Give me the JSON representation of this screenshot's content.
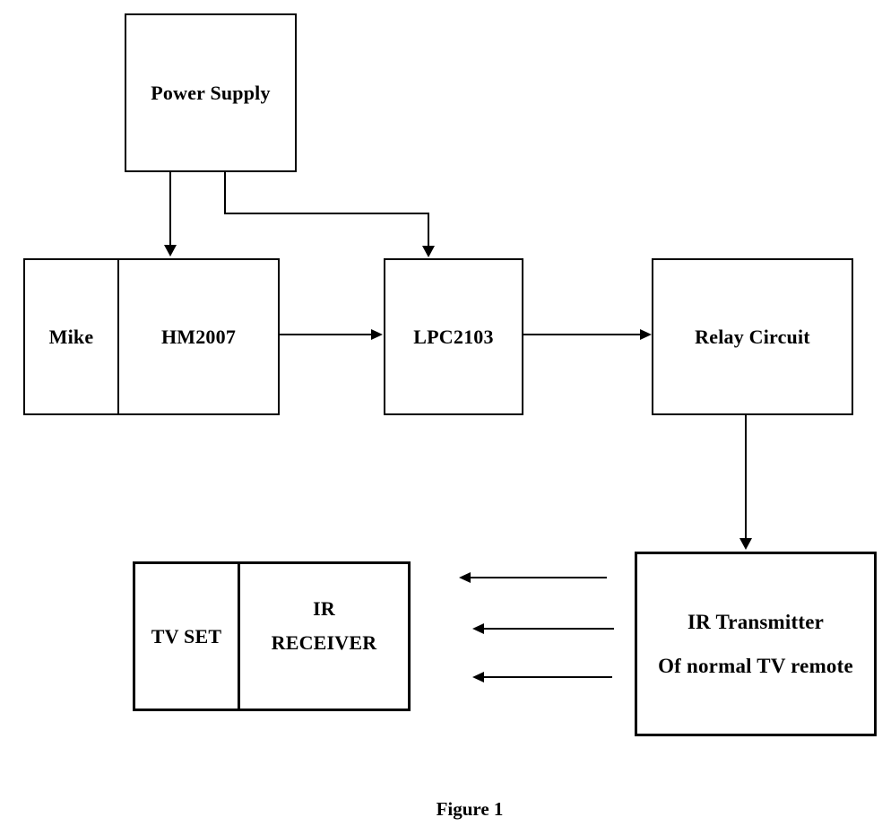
{
  "figure": {
    "caption": "Figure 1"
  },
  "colors": {
    "line": "#000000",
    "text": "#000000",
    "background": "#ffffff"
  },
  "diagram": {
    "power_supply": "Power Supply",
    "mike": "Mike",
    "hm2007": "HM2007",
    "lpc2103": "LPC2103",
    "relay_circuit": "Relay Circuit",
    "tv_set": "TV SET",
    "ir_receiver_line1": "IR",
    "ir_receiver_line2": "RECEIVER",
    "ir_transmitter_line1": "IR Transmitter",
    "ir_transmitter_line2": "Of normal TV remote"
  },
  "connections": [
    {
      "from": "Power Supply",
      "to": "HM2007",
      "type": "arrow"
    },
    {
      "from": "Power Supply",
      "to": "LPC2103",
      "type": "elbow-arrow"
    },
    {
      "from": "HM2007",
      "to": "LPC2103",
      "type": "arrow"
    },
    {
      "from": "LPC2103",
      "to": "Relay Circuit",
      "type": "arrow"
    },
    {
      "from": "Relay Circuit",
      "to": "IR Transmitter",
      "type": "arrow"
    },
    {
      "from": "IR Transmitter",
      "to": "IR RECEIVER",
      "type": "signal-arrows",
      "count": 3
    }
  ]
}
